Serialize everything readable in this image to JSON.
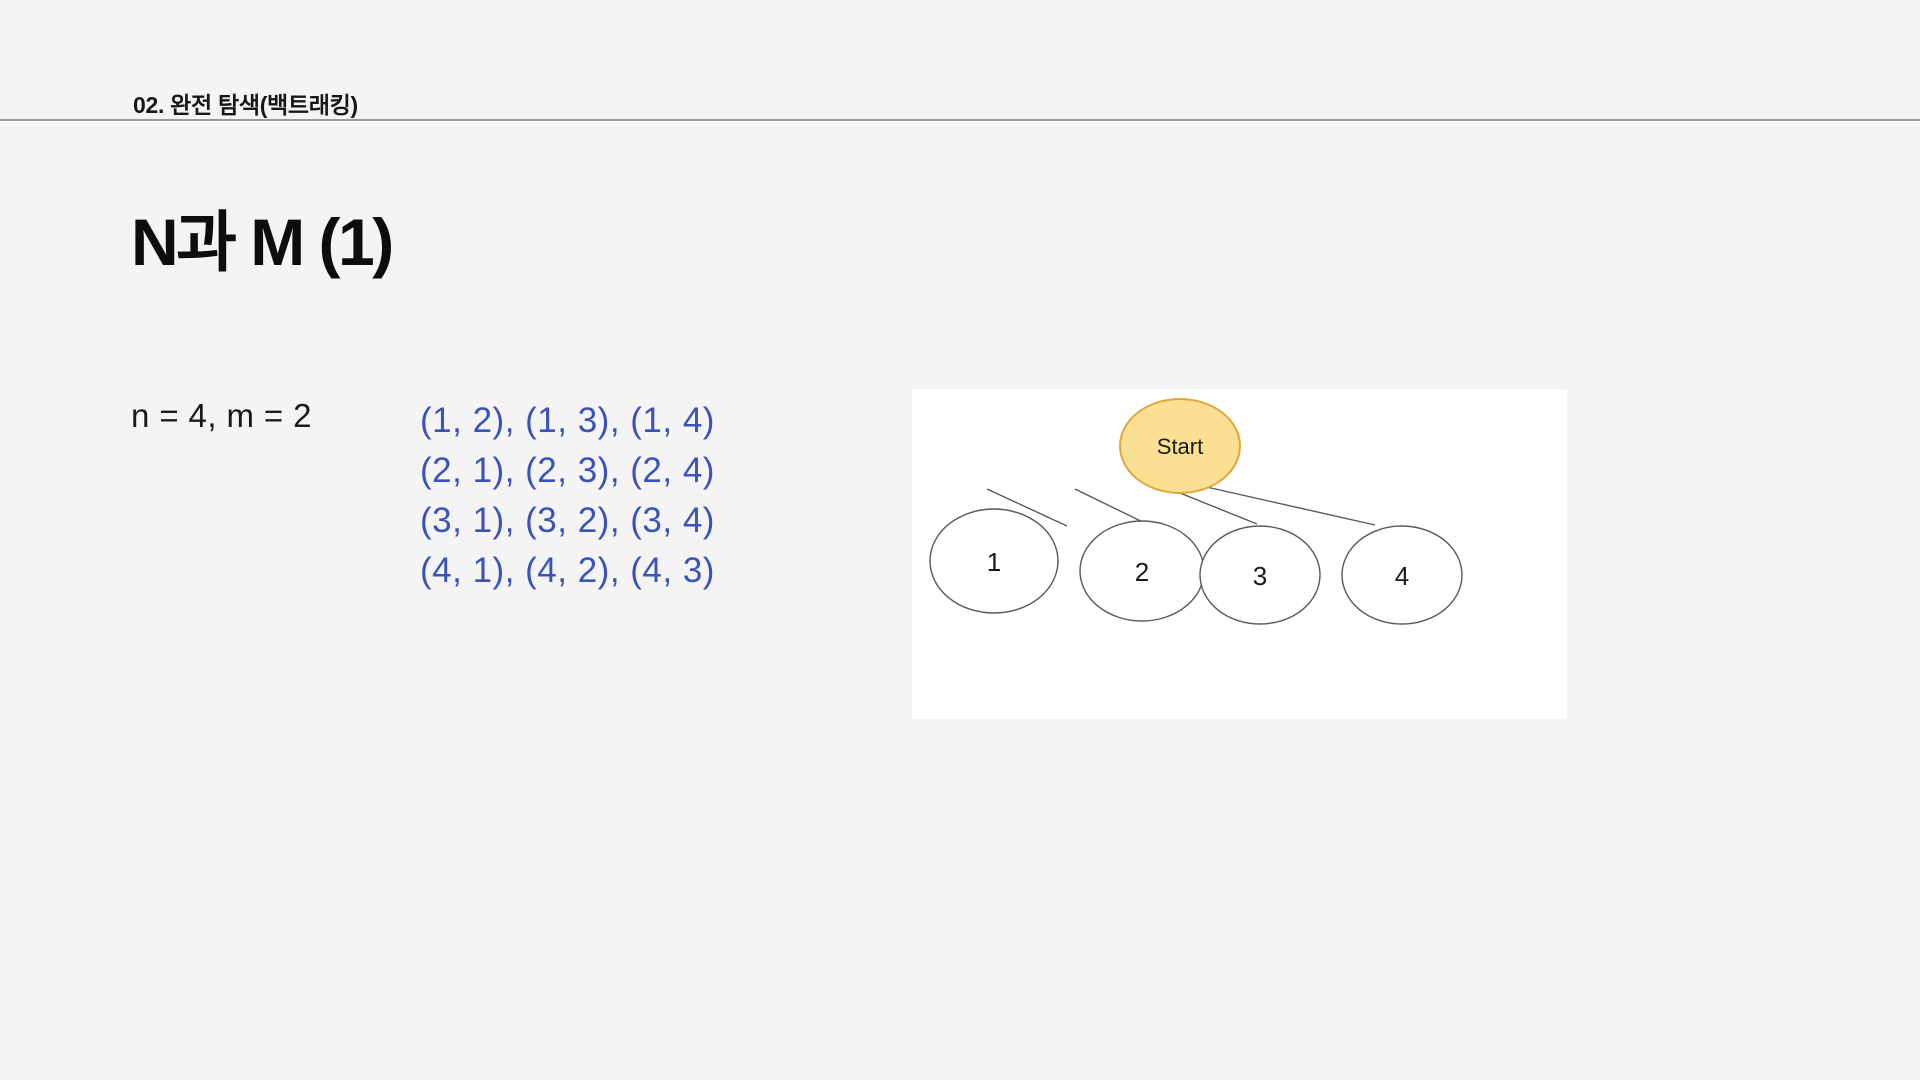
{
  "header": {
    "section_label": "02. 완전 탐색(백트래킹)"
  },
  "slide": {
    "title": "N과 M (1)",
    "params_text": "n = 4, m = 2",
    "pairs_lines": [
      "(1, 2), (1, 3), (1, 4)",
      "(2, 1), (2, 3), (2, 4)",
      "(3, 1), (3, 2), (3, 4)",
      "(4, 1), (4, 2), (4, 3)"
    ]
  },
  "diagram": {
    "root_label": "Start",
    "leaf_labels": [
      "1",
      "2",
      "3",
      "4"
    ],
    "colors": {
      "root_fill": "#fbdf92",
      "root_stroke": "#e0a53c",
      "leaf_fill": "#ffffff",
      "leaf_stroke": "#595959",
      "edge_stroke": "#595959",
      "panel_background": "#ffffff"
    }
  },
  "theme": {
    "page_background": "#f4f4f4",
    "pairs_color": "#3b53b8",
    "title_color": "#0d0d0d",
    "rule_color": "#9a9a9a"
  }
}
